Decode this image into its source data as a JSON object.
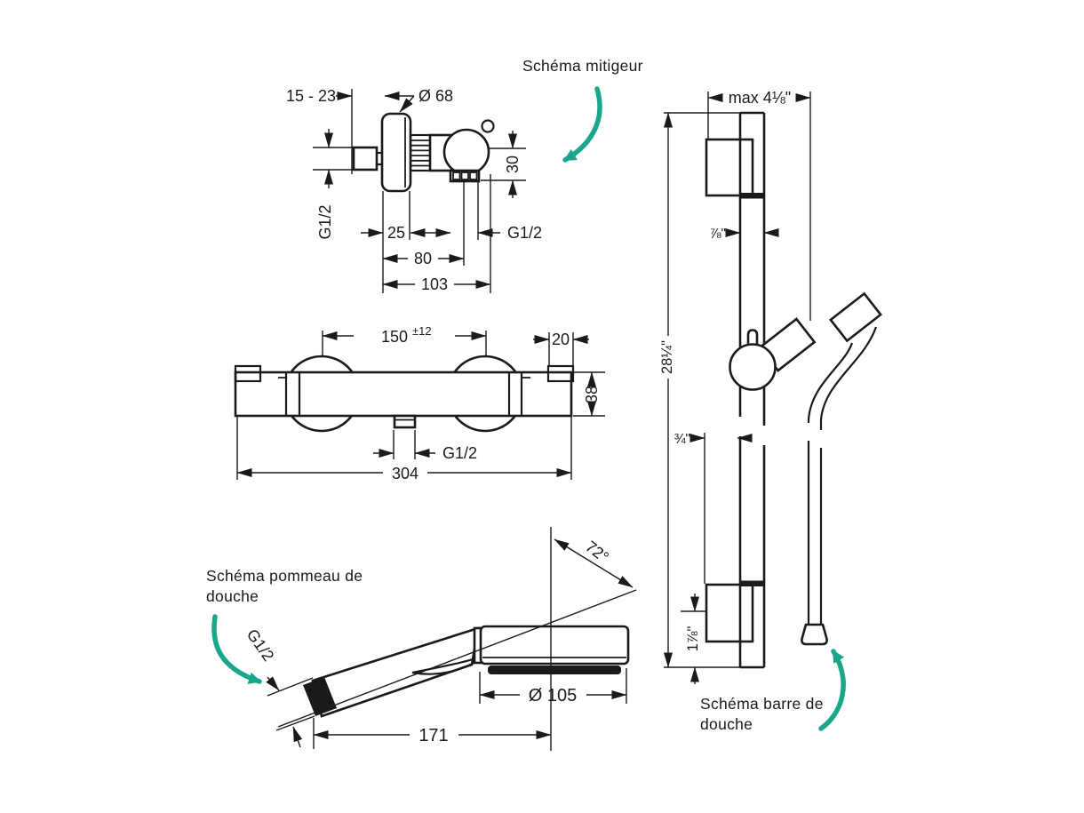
{
  "figure": {
    "background": "#ffffff",
    "line_color": "#1a1a1a",
    "accent_color": "#1AA68A"
  },
  "mixer": {
    "caption": "Schéma mitigeur",
    "dims": {
      "wall_distance": "15 - 23",
      "escutcheon_diameter": "Ø 68",
      "outlet_drop": "30",
      "inlet_thread": "G1/2",
      "escutcheon_depth": "25",
      "outlet_thread": "G1/2",
      "center_depth": "80",
      "total_depth": "103"
    }
  },
  "thermostat": {
    "dims": {
      "center_distance": "150",
      "center_tolerance": "±12",
      "end_offset": "20",
      "body_height": "38",
      "outlet_thread": "G1/2",
      "total_width": "304"
    }
  },
  "handshower": {
    "caption_line1": "Schéma pommeau de",
    "caption_line2": "douche",
    "dims": {
      "spray_angle": "72°",
      "inlet_thread": "G1/2",
      "head_diameter": "Ø 105",
      "length": "171"
    }
  },
  "slidebar": {
    "caption_line1": "Schéma barre de",
    "caption_line2": "douche",
    "dims": {
      "max_width": "max 4⅛\"",
      "bar_diameter": "⅞\"",
      "bar_height": "28¼\"",
      "wall_offset": "¾\"",
      "bottom_offset": "1⅞\""
    }
  }
}
